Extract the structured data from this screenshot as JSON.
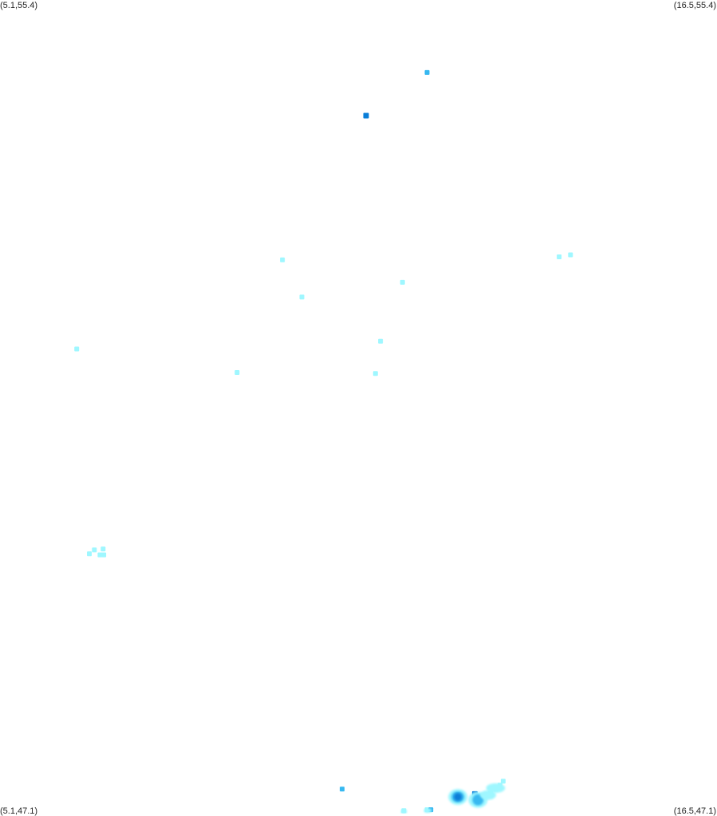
{
  "map": {
    "corner_labels": {
      "top_left": "(5.1,55.4)",
      "top_right": "(16.5,55.4)",
      "bottom_left": "(5.1,47.1)",
      "bottom_right": "(16.5,47.1)"
    },
    "bounds": {
      "lon_min": 5.1,
      "lon_max": 16.5,
      "lat_min": 47.1,
      "lat_max": 55.4
    },
    "intensity_colors": {
      "light": "#9ff7ff",
      "medium": "#37b8f0",
      "heavy": "#0a7ed8"
    },
    "echoes": [
      {
        "lon": 11.89,
        "lat": 54.66,
        "level": "medium"
      },
      {
        "lon": 10.92,
        "lat": 54.22,
        "level": "heavy"
      },
      {
        "lon": 9.59,
        "lat": 52.75,
        "level": "light"
      },
      {
        "lon": 9.9,
        "lat": 52.37,
        "level": "light"
      },
      {
        "lon": 11.5,
        "lat": 52.52,
        "level": "light"
      },
      {
        "lon": 13.99,
        "lat": 52.78,
        "level": "light"
      },
      {
        "lon": 14.17,
        "lat": 52.8,
        "level": "light"
      },
      {
        "lon": 6.32,
        "lat": 51.84,
        "level": "light"
      },
      {
        "lon": 8.87,
        "lat": 51.6,
        "level": "light"
      },
      {
        "lon": 11.15,
        "lat": 51.92,
        "level": "light"
      },
      {
        "lon": 11.07,
        "lat": 51.59,
        "level": "light"
      },
      {
        "lon": 6.52,
        "lat": 49.75,
        "level": "light"
      },
      {
        "lon": 6.6,
        "lat": 49.79,
        "level": "light"
      },
      {
        "lon": 6.69,
        "lat": 49.74,
        "level": "light"
      },
      {
        "lon": 6.74,
        "lat": 49.8,
        "level": "light"
      },
      {
        "lon": 6.75,
        "lat": 49.74,
        "level": "light"
      },
      {
        "lon": 10.54,
        "lat": 47.35,
        "level": "medium"
      },
      {
        "lon": 11.52,
        "lat": 47.13,
        "level": "light"
      },
      {
        "lon": 11.89,
        "lat": 47.14,
        "level": "light"
      },
      {
        "lon": 11.95,
        "lat": 47.14,
        "level": "medium"
      },
      {
        "lon": 12.37,
        "lat": 47.26,
        "level": "light"
      },
      {
        "lon": 12.39,
        "lat": 47.28,
        "level": "medium"
      },
      {
        "lon": 12.38,
        "lat": 47.27,
        "level": "heavy"
      },
      {
        "lon": 12.65,
        "lat": 47.3,
        "level": "heavy"
      },
      {
        "lon": 12.68,
        "lat": 47.23,
        "level": "light"
      },
      {
        "lon": 12.7,
        "lat": 47.25,
        "level": "medium"
      },
      {
        "lon": 12.72,
        "lat": 47.26,
        "level": "medium"
      },
      {
        "lon": 12.86,
        "lat": 47.29,
        "level": "light"
      },
      {
        "lon": 12.9,
        "lat": 47.31,
        "level": "light"
      },
      {
        "lon": 12.98,
        "lat": 47.35,
        "level": "light"
      },
      {
        "lon": 13.05,
        "lat": 47.39,
        "level": "light"
      },
      {
        "lon": 13.1,
        "lat": 47.43,
        "level": "light"
      }
    ]
  }
}
